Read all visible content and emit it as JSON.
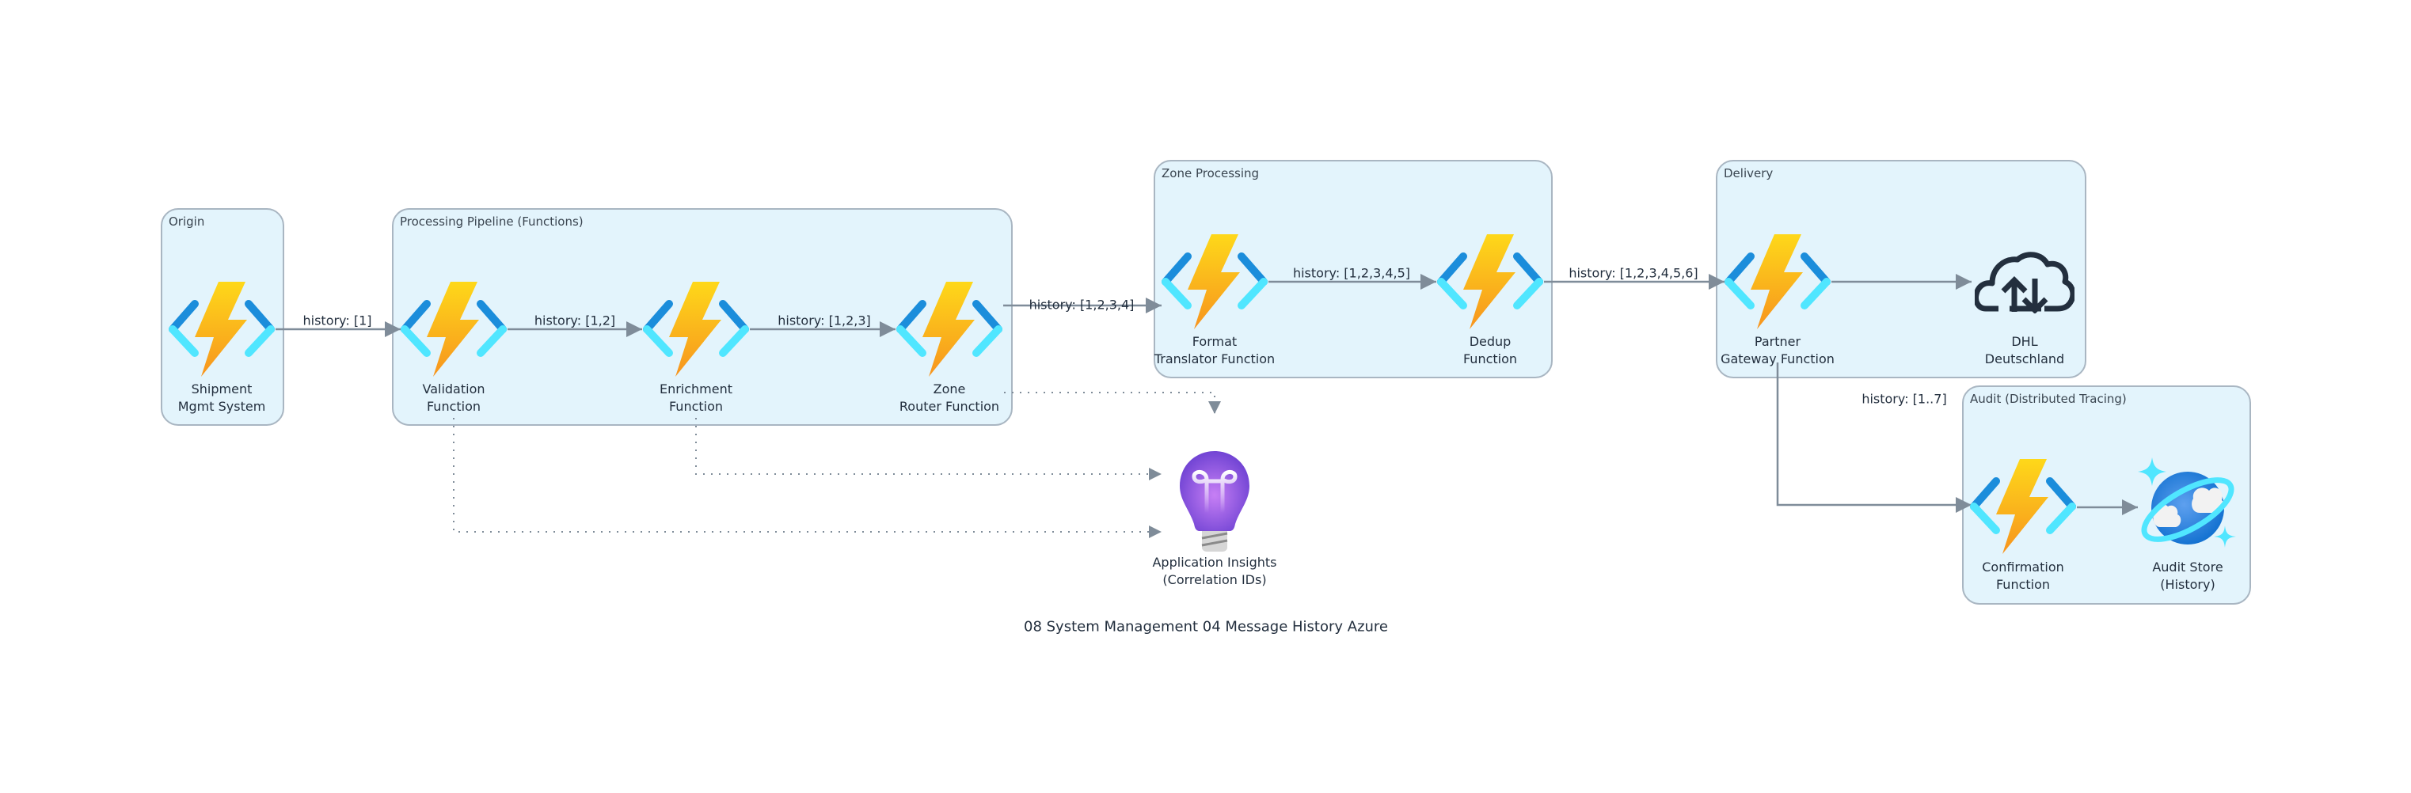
{
  "diagram": {
    "title": "08 System Management 04 Message History Azure",
    "colors": {
      "group_fill": "#e3f4fc",
      "group_border": "#a9b6c2",
      "edge": "#7f8c99",
      "text": "#232f3e"
    },
    "groups": [
      {
        "id": "origin",
        "label": "Origin"
      },
      {
        "id": "pipeline",
        "label": "Processing Pipeline (Functions)"
      },
      {
        "id": "zone",
        "label": "Zone Processing"
      },
      {
        "id": "delivery",
        "label": "Delivery"
      },
      {
        "id": "audit",
        "label": "Audit (Distributed Tracing)"
      }
    ],
    "nodes": [
      {
        "id": "shipment",
        "icon": "azure-function-icon",
        "label_line1": "Shipment",
        "label_line2": "Mgmt System",
        "group": "origin"
      },
      {
        "id": "validation",
        "icon": "azure-function-icon",
        "label_line1": "Validation",
        "label_line2": "Function",
        "group": "pipeline"
      },
      {
        "id": "enrichment",
        "icon": "azure-function-icon",
        "label_line1": "Enrichment",
        "label_line2": "Function",
        "group": "pipeline"
      },
      {
        "id": "router",
        "icon": "azure-function-icon",
        "label_line1": "Zone",
        "label_line2": "Router Function",
        "group": "pipeline"
      },
      {
        "id": "format",
        "icon": "azure-function-icon",
        "label_line1": "Format",
        "label_line2": "Translator Function",
        "group": "zone"
      },
      {
        "id": "dedup",
        "icon": "azure-function-icon",
        "label_line1": "Dedup",
        "label_line2": "Function",
        "group": "zone"
      },
      {
        "id": "partner",
        "icon": "azure-function-icon",
        "label_line1": "Partner",
        "label_line2": "Gateway Function",
        "group": "delivery"
      },
      {
        "id": "dhl",
        "icon": "cloud-upload-download-icon",
        "label_line1": "DHL",
        "label_line2": "Deutschland",
        "group": "delivery"
      },
      {
        "id": "confirmation",
        "icon": "azure-function-icon",
        "label_line1": "Confirmation",
        "label_line2": "Function",
        "group": "audit"
      },
      {
        "id": "auditstore",
        "icon": "cosmos-db-icon",
        "label_line1": "Audit Store",
        "label_line2": "(History)",
        "group": "audit"
      },
      {
        "id": "appinsights",
        "icon": "application-insights-icon",
        "label_line1": "Application Insights",
        "label_line2": "(Correlation IDs)",
        "group": null
      }
    ],
    "edges": [
      {
        "from": "shipment",
        "to": "validation",
        "label": "history: [1]",
        "style": "solid"
      },
      {
        "from": "validation",
        "to": "enrichment",
        "label": "history: [1,2]",
        "style": "solid"
      },
      {
        "from": "enrichment",
        "to": "router",
        "label": "history: [1,2,3]",
        "style": "solid"
      },
      {
        "from": "router",
        "to": "format",
        "label": "history: [1,2,3,4]",
        "style": "solid"
      },
      {
        "from": "format",
        "to": "dedup",
        "label": "history: [1,2,3,4,5]",
        "style": "solid"
      },
      {
        "from": "dedup",
        "to": "partner",
        "label": "history: [1,2,3,4,5,6]",
        "style": "solid"
      },
      {
        "from": "partner",
        "to": "dhl",
        "label": "",
        "style": "solid"
      },
      {
        "from": "partner",
        "to": "confirmation",
        "label": "history: [1..7]",
        "style": "solid"
      },
      {
        "from": "confirmation",
        "to": "auditstore",
        "label": "",
        "style": "solid"
      },
      {
        "from": "router",
        "to": "appinsights",
        "label": "",
        "style": "dotted"
      },
      {
        "from": "enrichment",
        "to": "appinsights",
        "label": "",
        "style": "dotted"
      },
      {
        "from": "validation",
        "to": "appinsights",
        "label": "",
        "style": "dotted"
      }
    ]
  }
}
